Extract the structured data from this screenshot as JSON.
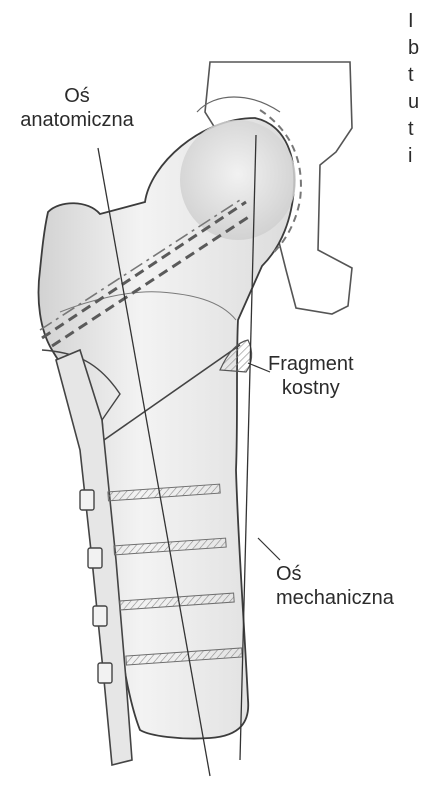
{
  "labels": {
    "anatomical_axis": [
      "Oś",
      "anatomiczna"
    ],
    "bone_fragment": [
      "Fragment",
      "kostny"
    ],
    "mechanical_axis": [
      "Oś",
      "mechaniczna"
    ]
  },
  "cropped_text_right_edge": [
    "I",
    "b",
    "t",
    "u",
    "t",
    "i"
  ],
  "colors": {
    "ink": "#2b2b2b",
    "bone_shade": "#d9d9d9",
    "hatching": "#7a7a7a"
  }
}
